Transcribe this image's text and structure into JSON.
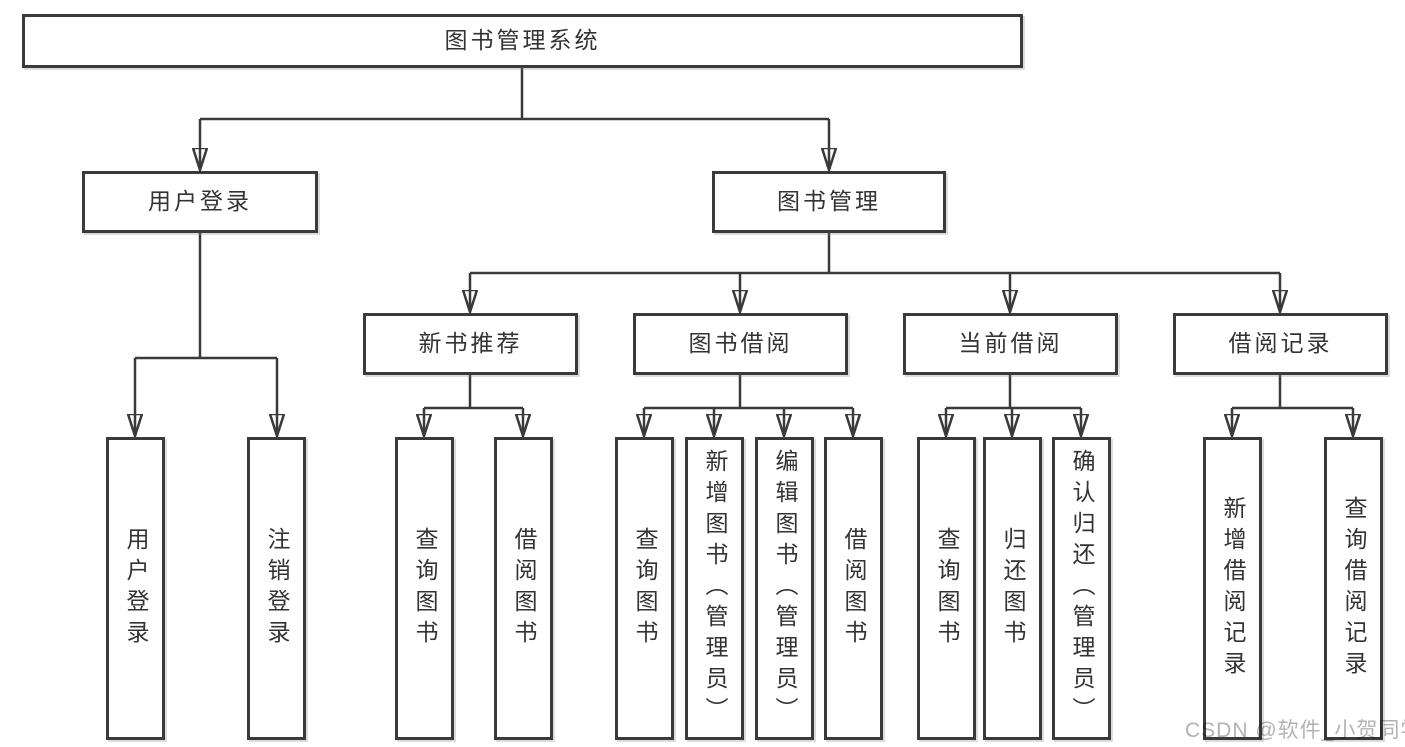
{
  "diagram": {
    "root": {
      "label": "图书管理系统"
    },
    "branches": [
      {
        "label": "用户登录",
        "children": [
          {
            "label": "用户登录"
          },
          {
            "label": "注销登录"
          }
        ]
      },
      {
        "label": "图书管理",
        "children": [
          {
            "label": "新书推荐",
            "children": [
              {
                "label": "查询图书"
              },
              {
                "label": "借阅图书"
              }
            ]
          },
          {
            "label": "图书借阅",
            "children": [
              {
                "label": "查询图书"
              },
              {
                "label": "新增图书（管理员）"
              },
              {
                "label": "编辑图书（管理员）"
              },
              {
                "label": "借阅图书"
              }
            ]
          },
          {
            "label": "当前借阅",
            "children": [
              {
                "label": "查询图书"
              },
              {
                "label": "归还图书"
              },
              {
                "label": "确认归还（管理员）"
              }
            ]
          },
          {
            "label": "借阅记录",
            "children": [
              {
                "label": "新增借阅记录"
              },
              {
                "label": "查询借阅记录"
              }
            ]
          }
        ]
      }
    ]
  },
  "watermark": {
    "text": "CSDN @软件_小贺同学"
  },
  "colors": {
    "line": "#3a3a3a",
    "text": "#333333",
    "background": "#ffffff",
    "box_bg": "#ffffff",
    "watermark": "#b3b3b3"
  }
}
